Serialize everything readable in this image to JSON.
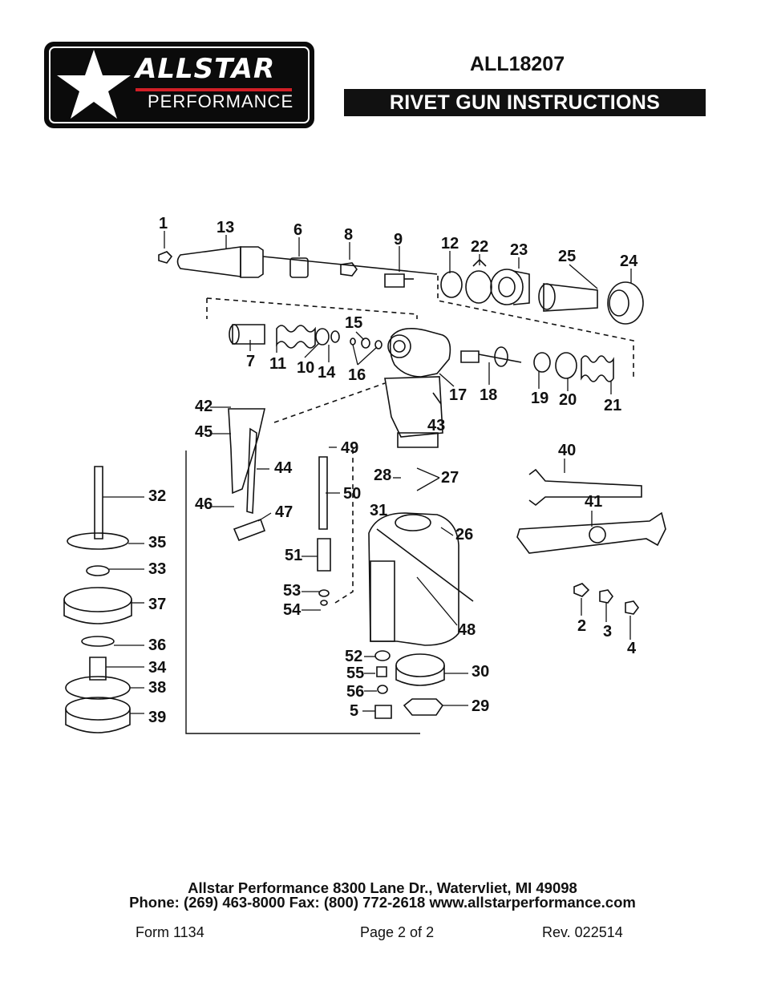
{
  "header": {
    "brand": "ALLSTAR",
    "brand_sub": "PERFORMANCE",
    "part_number": "ALL18207",
    "title": "RIVET GUN INSTRUCTIONS"
  },
  "diagram": {
    "part_labels": [
      "1",
      "2",
      "3",
      "4",
      "5",
      "6",
      "7",
      "8",
      "9",
      "10",
      "11",
      "12",
      "13",
      "14",
      "15",
      "16",
      "17",
      "18",
      "19",
      "20",
      "21",
      "22",
      "23",
      "24",
      "25",
      "26",
      "27",
      "28",
      "29",
      "30",
      "31",
      "32",
      "33",
      "34",
      "35",
      "36",
      "37",
      "38",
      "39",
      "40",
      "41",
      "42",
      "43",
      "44",
      "45",
      "46",
      "47",
      "48",
      "49",
      "50",
      "51",
      "52",
      "53",
      "54",
      "55",
      "56"
    ]
  },
  "footer": {
    "address": "Allstar Performance 8300 Lane Dr., Watervliet, MI 49098",
    "contact": "Phone: (269) 463-8000 Fax: (800) 772-2618 www.allstarperformance.com",
    "form": "Form 1134",
    "page": "Page 2 of 2",
    "rev": "Rev. 022514"
  }
}
